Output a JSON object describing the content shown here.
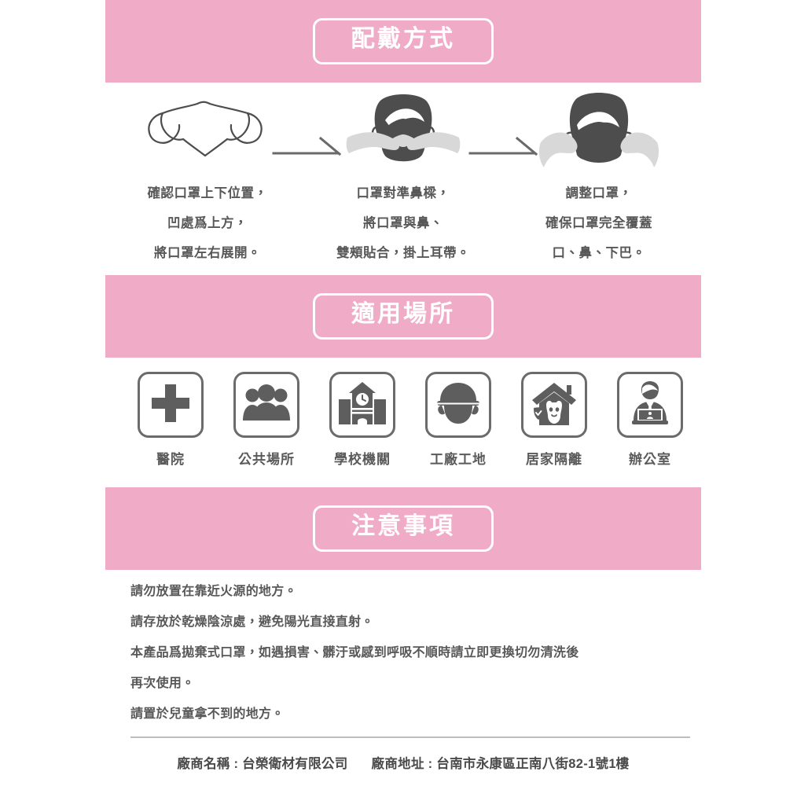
{
  "theme": {
    "banner_pink": "#f0abc6",
    "banner_text": "#ffffff",
    "body_text": "#585858",
    "icon_gray": "#5e5e5e",
    "icon_border": "#6b6b6b",
    "divider": "#bdbdbd",
    "mask_light": "#d8d8d8",
    "mask_outline": "#4d4d4d"
  },
  "sections": {
    "wearing": {
      "title": "配戴方式",
      "steps": [
        {
          "art": "mask-flat-icon",
          "lines": [
            "確認口罩上下位置，",
            "凹處爲上方，",
            "將口罩左右展開。"
          ]
        },
        {
          "art": "face-mask-nose-icon",
          "lines": [
            "口罩對準鼻樑，",
            "將口罩與鼻、",
            "雙頰貼合，掛上耳帶。"
          ]
        },
        {
          "art": "face-mask-adjust-icon",
          "lines": [
            "調整口罩，",
            "確保口罩完全覆蓋",
            "口、鼻、下巴。"
          ]
        }
      ]
    },
    "places": {
      "title": "適用場所",
      "items": [
        {
          "icon": "hospital-cross-icon",
          "label": "醫院"
        },
        {
          "icon": "people-group-icon",
          "label": "公共場所"
        },
        {
          "icon": "school-building-icon",
          "label": "學校機關"
        },
        {
          "icon": "hard-hat-worker-icon",
          "label": "工廠工地"
        },
        {
          "icon": "home-quarantine-icon",
          "label": "居家隔離"
        },
        {
          "icon": "office-worker-laptop-icon",
          "label": "辦公室"
        }
      ]
    },
    "notice": {
      "title": "注意事項",
      "lines": [
        "請勿放置在靠近火源的地方。",
        "請存放於乾燥陰涼處，避免陽光直接直射。",
        "本產品爲拋棄式口罩，如遇損害、髒汙或感到呼吸不順時請立即更換切勿清洗後",
        "再次使用。",
        "請置於兒童拿不到的地方。"
      ]
    }
  },
  "footer": {
    "manufacturer": "廠商名稱 : 台榮衛材有限公司",
    "address": "廠商地址 : 台南市永康區正南八街82-1號1樓"
  }
}
